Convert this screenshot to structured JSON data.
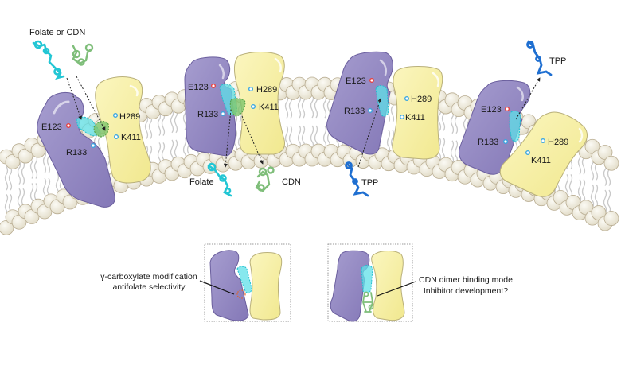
{
  "figure": {
    "type": "membrane transporter binding mechanism diagram",
    "colors": {
      "protein_purple": "#9389c0",
      "protein_purple_dark": "#7a6fae",
      "protein_yellow": "#f6efa4",
      "lipid_head": "#ede8d8",
      "lipid_tail": "#c9c9c9",
      "folate_cyan": "#22c6d4",
      "cdn_green": "#7fbe7a",
      "tpp_blue": "#1f6fd1",
      "residue_acidic": "#e84040",
      "residue_basic": "#3aa6e0",
      "highlight_orange": "#e0642a"
    },
    "panels": [
      {
        "id": "panel-1",
        "ligand_label": "Folate or CDN",
        "residues": [
          "E123",
          "R133",
          "H289",
          "K411"
        ]
      },
      {
        "id": "panel-2",
        "residues": [
          "E123",
          "R133",
          "H289",
          "K411"
        ],
        "released_ligands": [
          "Folate",
          "CDN"
        ]
      },
      {
        "id": "panel-3",
        "residues": [
          "E123",
          "R133",
          "H289",
          "K411"
        ],
        "incoming_ligand": "TPP"
      },
      {
        "id": "panel-4",
        "residues": [
          "E123",
          "R133",
          "H289",
          "K411"
        ],
        "released_ligand": "TPP"
      }
    ],
    "insets": [
      {
        "id": "inset-antifolate",
        "caption_line1": "γ-carboxylate modification",
        "caption_line2": "antifolate selectivity"
      },
      {
        "id": "inset-cdn",
        "caption_line1": "CDN dimer binding mode",
        "caption_line2": "Inhibitor development?"
      }
    ]
  }
}
